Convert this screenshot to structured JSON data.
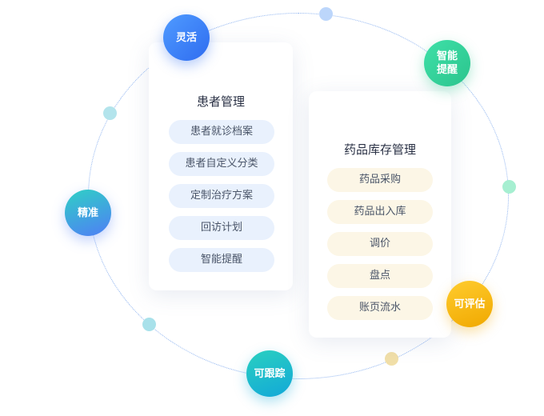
{
  "patient_card": {
    "title": "患者管理",
    "items": [
      "患者就诊档案",
      "患者自定义分类",
      "定制治疗方案",
      "回访计划",
      "智能提醒"
    ]
  },
  "drug_card": {
    "title": "药品库存管理",
    "items": [
      "药品采购",
      "药品出入库",
      "调价",
      "盘点",
      "账页流水"
    ]
  },
  "badges": {
    "flexible": "灵活",
    "smart_reminder": "智能\n提醒",
    "precise": "精准",
    "trackable": "可跟踪",
    "evaluable": "可评估"
  },
  "colors": {
    "blue_badge": "#3b82f6",
    "green_badge": "#34d399",
    "cyan_badge": "#14b8c8",
    "orange_badge": "#f6b40e",
    "ring": "#8fb4f0"
  }
}
